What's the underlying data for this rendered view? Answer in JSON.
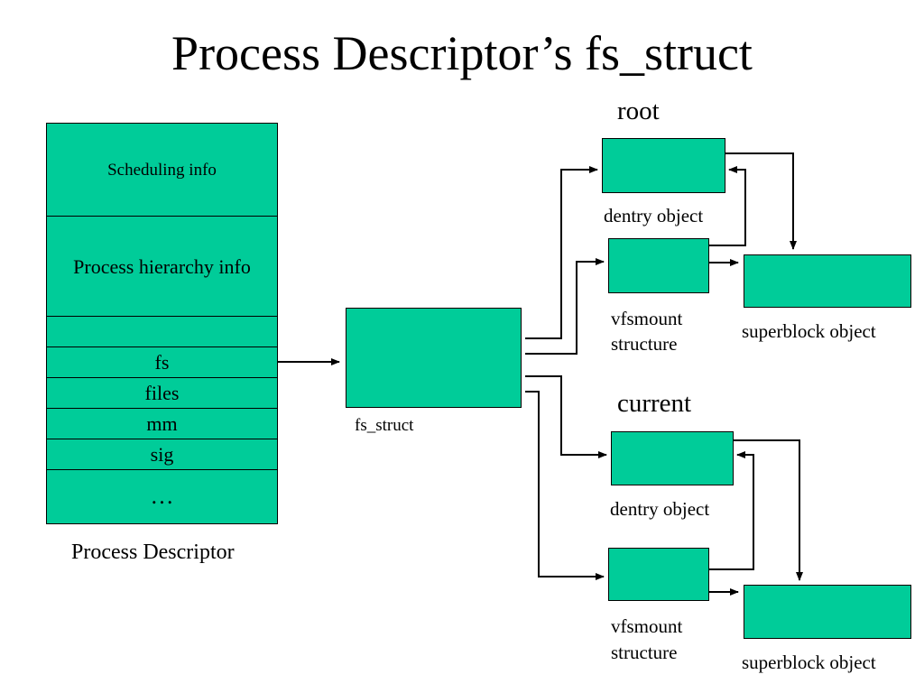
{
  "title": "Process Descriptor’s fs_struct",
  "process_descriptor": {
    "label": "Process Descriptor",
    "fields": [
      "Scheduling info",
      "Process hierarchy info",
      "",
      "fs",
      "files",
      "mm",
      "sig",
      "…"
    ]
  },
  "fs_struct": {
    "label": "fs_struct"
  },
  "root": {
    "heading": "root",
    "dentry_label": "dentry object",
    "vfsmount_label_line1": "vfsmount",
    "vfsmount_label_line2": "structure",
    "superblock_label": "superblock object"
  },
  "current": {
    "heading": "current",
    "dentry_label": "dentry object",
    "vfsmount_label_line1": "vfsmount",
    "vfsmount_label_line2": "structure",
    "superblock_label": "superblock object"
  },
  "colors": {
    "box_fill": "#00CC99",
    "stroke": "#000000",
    "background": "#FFFFFF"
  }
}
